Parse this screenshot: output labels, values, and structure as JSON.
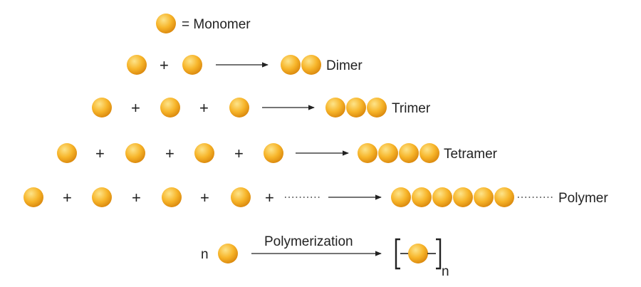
{
  "legend": {
    "equals_label": "= Monomer"
  },
  "rows": [
    {
      "name": "dimer",
      "product_label": "Dimer",
      "monomers": 2,
      "product_beads": 2,
      "trailing_dots": false
    },
    {
      "name": "trimer",
      "product_label": "Trimer",
      "monomers": 3,
      "product_beads": 3,
      "trailing_dots": false
    },
    {
      "name": "tetramer",
      "product_label": "Tetramer",
      "monomers": 4,
      "product_beads": 4,
      "trailing_dots": false
    },
    {
      "name": "polymer",
      "product_label": "Polymer",
      "monomers": 4,
      "product_beads": 6,
      "trailing_dots": true
    }
  ],
  "plus_sign": "+",
  "polymerization": {
    "n_prefix": "n",
    "arrow_label": "Polymerization",
    "subscript": "n"
  },
  "colors": {
    "bead_light": "#fde48a",
    "bead_mid": "#f7b52a",
    "bead_dark": "#d9860c",
    "ink": "#222222"
  }
}
